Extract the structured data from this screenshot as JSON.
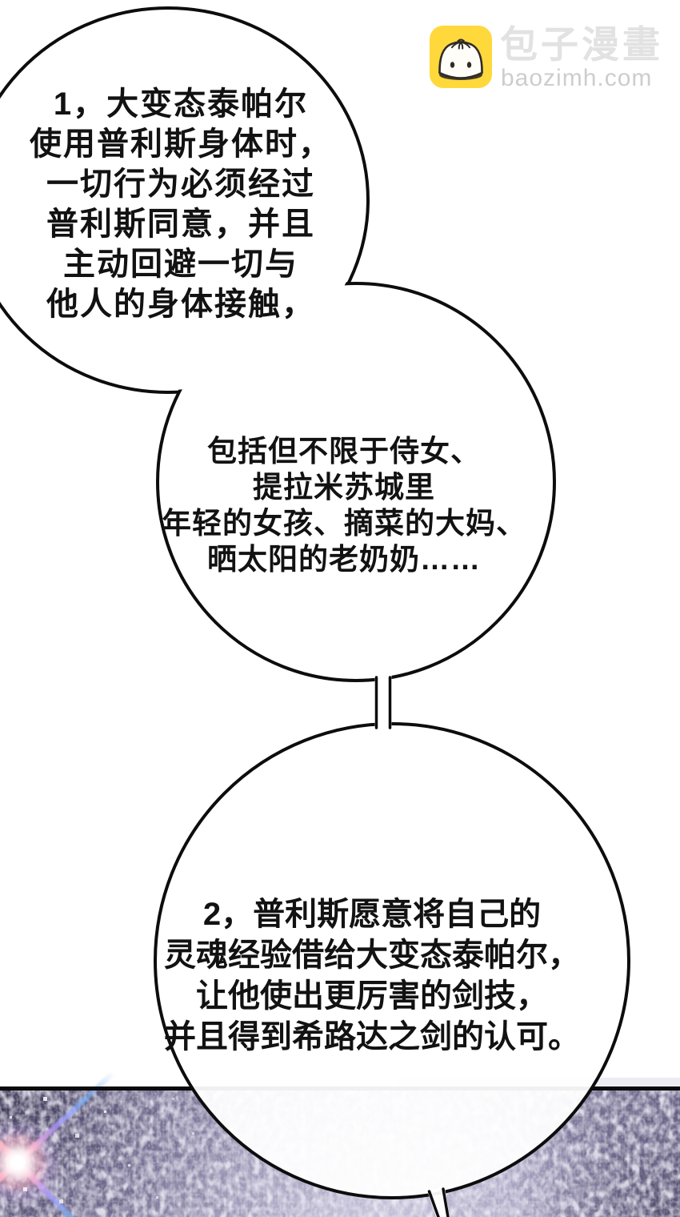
{
  "watermark": {
    "site_name": "包子漫畫",
    "site_url": "baozimh.com",
    "icon": "baozi-bun-icon",
    "brand_color": "#ffd83b",
    "cn_text_color": "#e2e2e2",
    "en_text_color": "#cdcdcd"
  },
  "bubbles": [
    {
      "id": "rule-1",
      "lines": [
        "1，大变态泰帕尔",
        "使用普利斯身体时，",
        "一切行为必须经过",
        "普利斯同意，并且",
        "主动回避一切与",
        "他人的身体接触，"
      ]
    },
    {
      "id": "rule-1-continued",
      "lines": [
        "包括但不限于侍女、",
        "提拉米苏城里",
        "年轻的女孩、摘菜的大妈、",
        "晒太阳的老奶奶……"
      ]
    },
    {
      "id": "rule-2",
      "lines": [
        "2，普利斯愿意将自己的",
        "灵魂经验借给大变态泰帕尔，",
        "让他使出更厉害的剑技，",
        "并且得到希路达之剑的认可。"
      ]
    }
  ],
  "panel": {
    "style": "purple sparkle mosaic",
    "base_color": "#8c87a8",
    "dark_color": "#575272",
    "light_color": "#cbc7dd",
    "border_color": "#0b0b0b"
  }
}
